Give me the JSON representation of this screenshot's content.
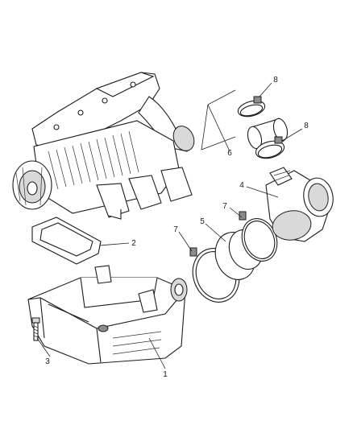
{
  "callouts": [
    {
      "id": "1",
      "label": "1"
    },
    {
      "id": "2",
      "label": "2"
    },
    {
      "id": "3",
      "label": "3"
    },
    {
      "id": "4",
      "label": "4"
    },
    {
      "id": "5",
      "label": "5"
    },
    {
      "id": "6",
      "label": "6"
    },
    {
      "id": "7a",
      "label": "7"
    },
    {
      "id": "7b",
      "label": "7"
    },
    {
      "id": "8a",
      "label": "8"
    },
    {
      "id": "8b",
      "label": "8"
    }
  ]
}
